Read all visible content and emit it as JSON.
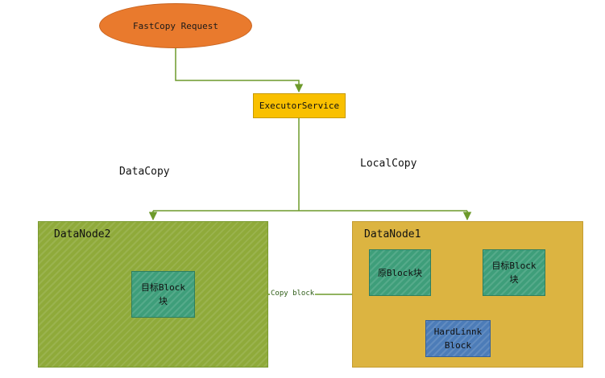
{
  "diagram": {
    "request": {
      "label": "FastCopy Request"
    },
    "executor": {
      "label": "ExecutorService"
    },
    "branches": {
      "datacopy": "DataCopy",
      "localcopy": "LocalCopy"
    },
    "datanode2": {
      "title": "DataNode2",
      "target_block": {
        "line1": "目标Block",
        "line2": "块"
      }
    },
    "datanode1": {
      "title": "DataNode1",
      "source_block": {
        "label": "原Block块"
      },
      "target_block": {
        "line1": "目标Block",
        "line2": "块"
      },
      "hardlink": {
        "line1": "HardLinnk",
        "line2": "Block"
      }
    },
    "edge_labels": {
      "copy_block": "Copy block"
    },
    "colors": {
      "request": "#e97a2d",
      "executor": "#f9c000",
      "datanode2": "#8faa3a",
      "datanode1": "#dcb441",
      "block": "#3e9e7a",
      "hardlink": "#4c7cb8",
      "connector": "#6d9a2b"
    }
  }
}
